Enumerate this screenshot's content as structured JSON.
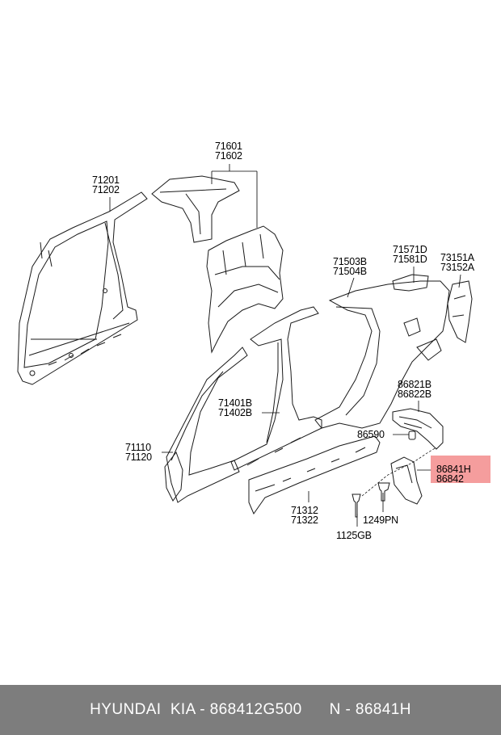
{
  "callouts": {
    "c71601": [
      "71601",
      "71602"
    ],
    "c71201": [
      "71201",
      "71202"
    ],
    "c71503": [
      "71503B",
      "71504B"
    ],
    "c71571": [
      "71571D",
      "71581D"
    ],
    "c73151": [
      "73151A",
      "73152A"
    ],
    "c86821": [
      "86821B",
      "86822B"
    ],
    "c71401": [
      "71401B",
      "71402B"
    ],
    "c86590": [
      "86590"
    ],
    "c71110": [
      "71110",
      "71120"
    ],
    "c86841": [
      "86841H",
      "86842"
    ],
    "c71312": [
      "71312",
      "71322"
    ],
    "c1249": [
      "1249PN"
    ],
    "c1125": [
      "1125GB"
    ]
  },
  "highlight_color": "#f38c8c",
  "footer": {
    "brand": "HYUNDAI  KIA - 868412G500",
    "number": "N - 86841H"
  }
}
